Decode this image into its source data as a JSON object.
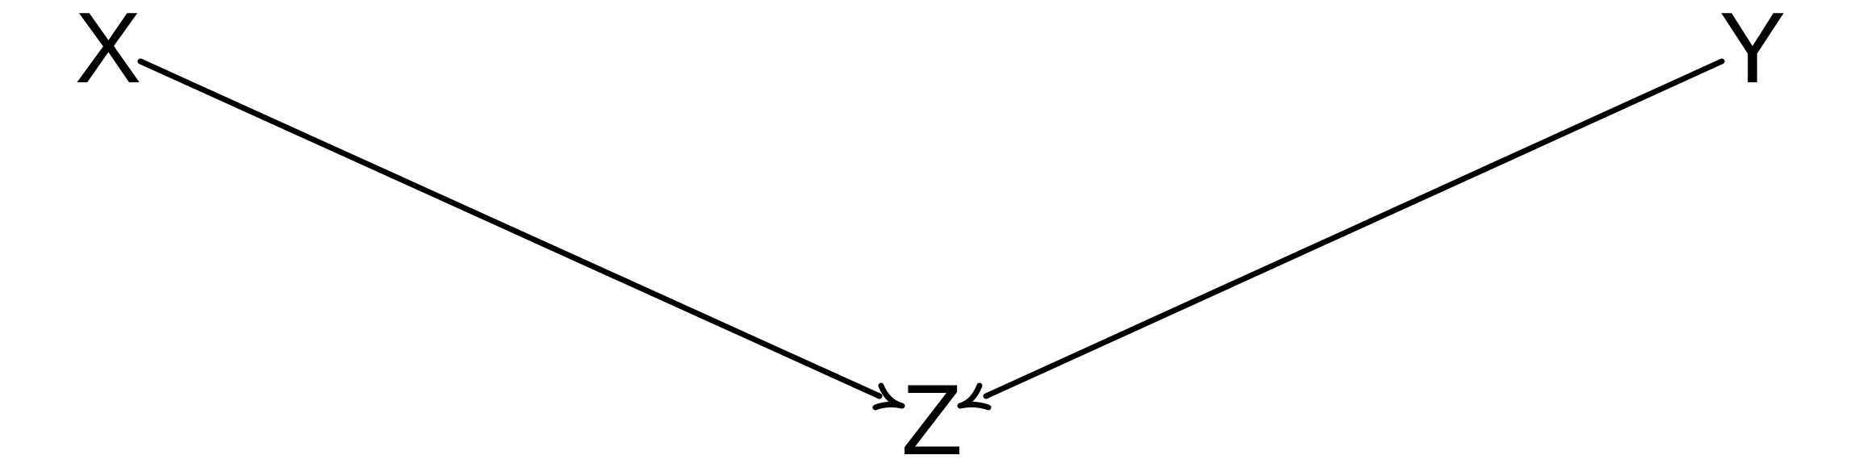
{
  "nodes": {
    "x": {
      "label": "X"
    },
    "y": {
      "label": "Y"
    },
    "z": {
      "label": "Z"
    }
  },
  "edges": [
    {
      "from": "X",
      "to": "Z"
    },
    {
      "from": "Y",
      "to": "Z"
    }
  ],
  "colors": {
    "stroke": "#000000",
    "text": "#000000",
    "background": "#ffffff"
  }
}
